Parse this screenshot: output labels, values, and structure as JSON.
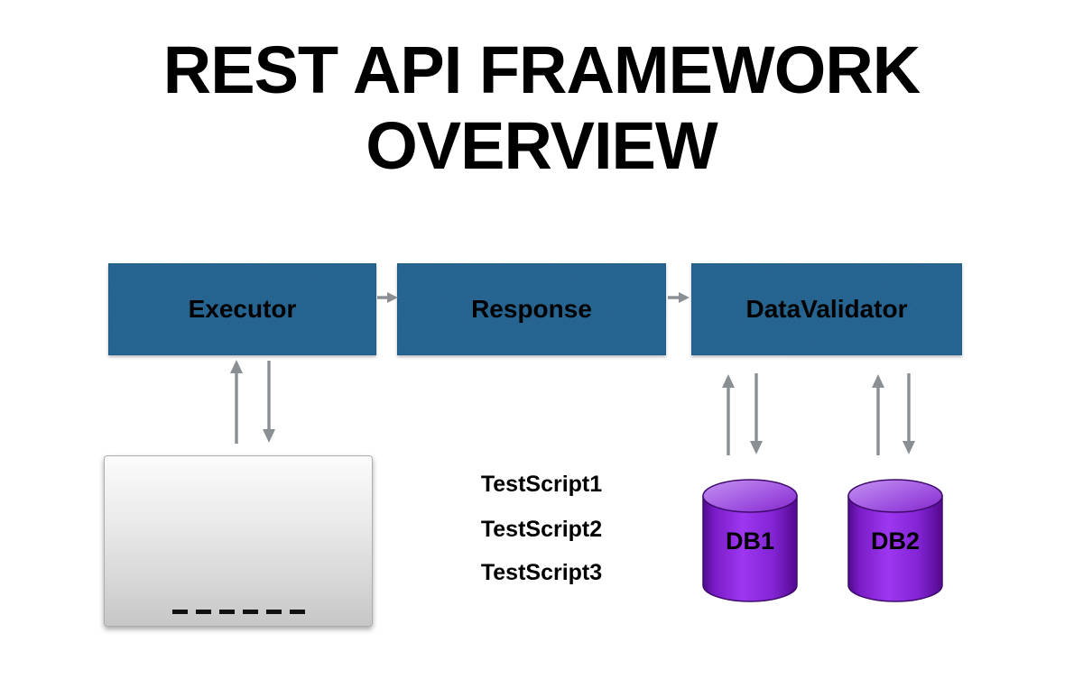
{
  "title": {
    "line1": "REST API FRAMEWORK",
    "line2": "OVERVIEW"
  },
  "nodes": {
    "executor": {
      "label": "Executor"
    },
    "response": {
      "label": "Response"
    },
    "datavalidator": {
      "label": "DataValidator"
    }
  },
  "test_scripts": {
    "items": [
      "TestScript1",
      "TestScript2",
      "TestScript3"
    ]
  },
  "databases": [
    {
      "label": "DB1"
    },
    {
      "label": "DB2"
    }
  ],
  "edges": [
    {
      "from": "Executor",
      "to": "Response",
      "type": "arrow-right"
    },
    {
      "from": "Response",
      "to": "DataValidator",
      "type": "arrow-right"
    },
    {
      "from": "Executor",
      "to": "TestScripts",
      "type": "bidirectional-vertical"
    },
    {
      "from": "DataValidator",
      "to": "DB1",
      "type": "bidirectional-vertical"
    },
    {
      "from": "DataValidator",
      "to": "DB2",
      "type": "bidirectional-vertical"
    }
  ],
  "colors": {
    "node_fill": "#2d74a7",
    "node_border": "#1e5c8a",
    "arrow": "#8a8f94",
    "db_light": "#c493f0",
    "db_mid": "#9d37f0",
    "db_dark": "#54088e",
    "script_box_top": "#fbfbfb",
    "script_box_bottom": "#c7c7c7",
    "text": "#000000",
    "background": "#ffffff"
  }
}
